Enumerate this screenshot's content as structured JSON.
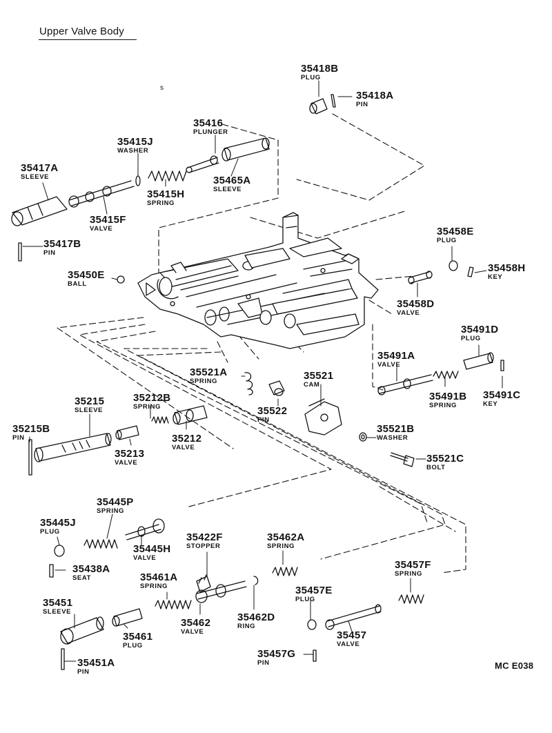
{
  "header": {
    "title": "Upper Valve Body"
  },
  "footer": {
    "drawing_code": "MC E038",
    "stray_mark": "s"
  },
  "callouts": [
    {
      "id": "c35418B",
      "number": "35418B",
      "name": "PLUG"
    },
    {
      "id": "c35418A",
      "number": "35418A",
      "name": "PIN"
    },
    {
      "id": "c35416",
      "number": "35416",
      "name": "PLUNGER"
    },
    {
      "id": "c35415J",
      "number": "35415J",
      "name": "WASHER"
    },
    {
      "id": "c35417A",
      "number": "35417A",
      "name": "SLEEVE"
    },
    {
      "id": "c35465A",
      "number": "35465A",
      "name": "SLEEVE"
    },
    {
      "id": "c35415H",
      "number": "35415H",
      "name": "SPRING"
    },
    {
      "id": "c35415F",
      "number": "35415F",
      "name": "VALVE"
    },
    {
      "id": "c35417B",
      "number": "35417B",
      "name": "PIN"
    },
    {
      "id": "c35458E",
      "number": "35458E",
      "name": "PLUG"
    },
    {
      "id": "c35458H",
      "number": "35458H",
      "name": "KEY"
    },
    {
      "id": "c35450E",
      "number": "35450E",
      "name": "BALL"
    },
    {
      "id": "c35458D",
      "number": "35458D",
      "name": "VALVE"
    },
    {
      "id": "c35491D",
      "number": "35491D",
      "name": "PLUG"
    },
    {
      "id": "c35491A",
      "number": "35491A",
      "name": "VALVE"
    },
    {
      "id": "c35521A",
      "number": "35521A",
      "name": "SPRING"
    },
    {
      "id": "c35521",
      "number": "35521",
      "name": "CAM"
    },
    {
      "id": "c35491B",
      "number": "35491B",
      "name": "SPRING"
    },
    {
      "id": "c35491C",
      "number": "35491C",
      "name": "KEY"
    },
    {
      "id": "c35215",
      "number": "35215",
      "name": "SLEEVE"
    },
    {
      "id": "c35212B",
      "number": "35212B",
      "name": "SPRING"
    },
    {
      "id": "c35522",
      "number": "35522",
      "name": "PIN"
    },
    {
      "id": "c35215B",
      "number": "35215B",
      "name": "PIN"
    },
    {
      "id": "c35521B",
      "number": "35521B",
      "name": "WASHER"
    },
    {
      "id": "c35212",
      "number": "35212",
      "name": "VALVE"
    },
    {
      "id": "c35213",
      "number": "35213",
      "name": "VALVE"
    },
    {
      "id": "c35521C",
      "number": "35521C",
      "name": "BOLT"
    },
    {
      "id": "c35445P",
      "number": "35445P",
      "name": "SPRING"
    },
    {
      "id": "c35445J",
      "number": "35445J",
      "name": "PLUG"
    },
    {
      "id": "c35422F",
      "number": "35422F",
      "name": "STOPPER"
    },
    {
      "id": "c35462A",
      "number": "35462A",
      "name": "SPRING"
    },
    {
      "id": "c35445H",
      "number": "35445H",
      "name": "VALVE"
    },
    {
      "id": "c35457F",
      "number": "35457F",
      "name": "SPRING"
    },
    {
      "id": "c35438A",
      "number": "35438A",
      "name": "SEAT"
    },
    {
      "id": "c35461A",
      "number": "35461A",
      "name": "SPRING"
    },
    {
      "id": "c35457E",
      "number": "35457E",
      "name": "PLUG"
    },
    {
      "id": "c35451",
      "number": "35451",
      "name": "SLEEVE"
    },
    {
      "id": "c35462",
      "number": "35462",
      "name": "VALVE"
    },
    {
      "id": "c35462D",
      "number": "35462D",
      "name": "RING"
    },
    {
      "id": "c35461",
      "number": "35461",
      "name": "PLUG"
    },
    {
      "id": "c35457",
      "number": "35457",
      "name": "VALVE"
    },
    {
      "id": "c35457G",
      "number": "35457G",
      "name": "PIN"
    },
    {
      "id": "c35451A",
      "number": "35451A",
      "name": "PIN"
    }
  ]
}
